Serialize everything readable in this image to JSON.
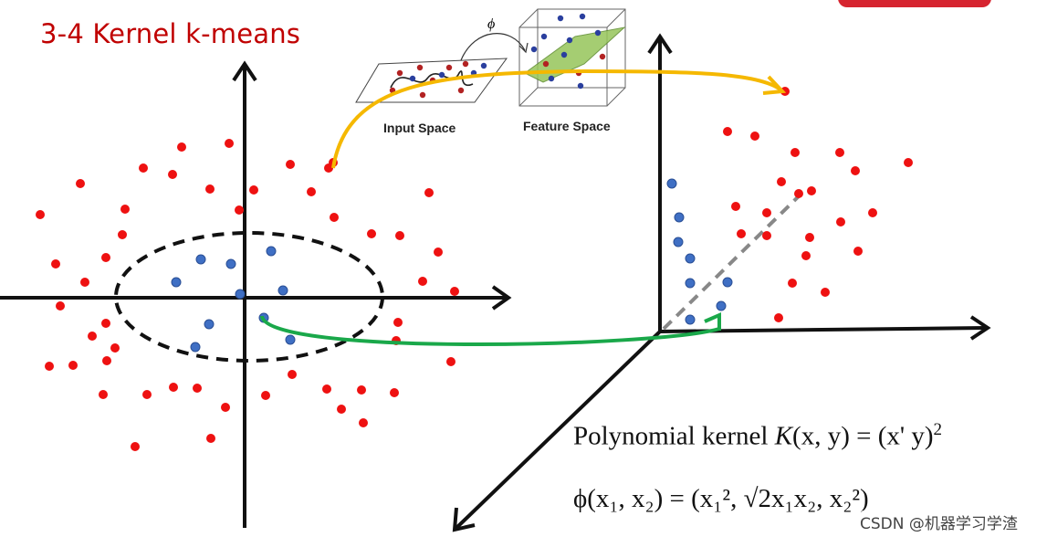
{
  "slide": {
    "title": "3-4   Kernel k-means",
    "accent_color": "#c00000",
    "tab_color": "#d6242f"
  },
  "inset": {
    "input_label": "Input Space",
    "feature_label": "Feature Space",
    "map_symbol": "ϕ"
  },
  "formulas": {
    "poly_prefix": "Polynomial  kernel ",
    "poly_K": "K",
    "poly_args": "(x, y) = (x' y)",
    "poly_exp": "2",
    "phi_line": "ϕ(x₁, x₂) = (x₁², √2x₁x₂, x₂²)"
  },
  "watermark": "CSDN @机器学习学渣",
  "colors": {
    "red_points": "#ee1111",
    "blue_points": "#3f6fc4",
    "blue_outline": "#2a4f95",
    "ellipse": "#111111",
    "axes": "#111111",
    "yellow_arrow": "#f5b800",
    "green_arrow": "#1aa84a",
    "dashed_line": "#888888"
  }
}
